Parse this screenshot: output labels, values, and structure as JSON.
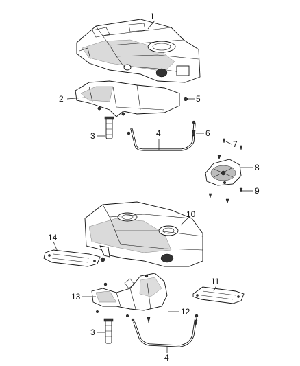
{
  "callouts": {
    "c1": "1",
    "c2": "2",
    "c3a": "3",
    "c4a": "4",
    "c5": "5",
    "c6": "6",
    "c7": "7",
    "c8": "8",
    "c9": "9",
    "c10": "10",
    "c11": "11",
    "c12": "12",
    "c13": "13",
    "c14": "14",
    "c3b": "3",
    "c4b": "4"
  },
  "colors": {
    "line": "#111111",
    "shade": "#bdbdbd",
    "background": "#ffffff"
  }
}
